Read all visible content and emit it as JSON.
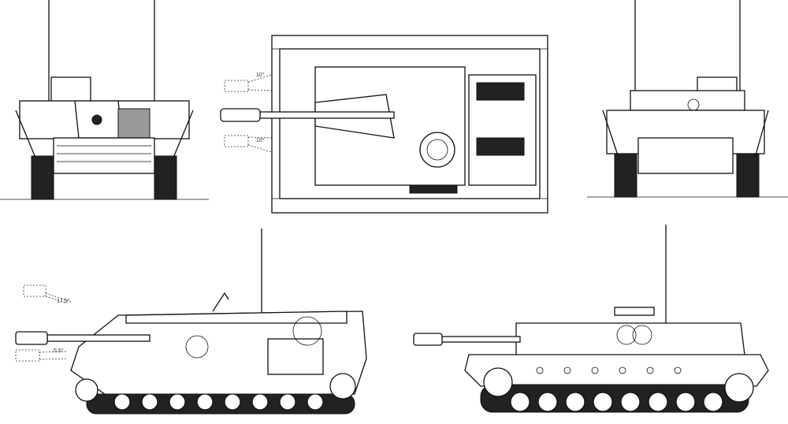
{
  "labels": {
    "top_elevation_left": "10°",
    "top_elevation_right": "10°",
    "side_elevation_up": "17.5°",
    "side_elevation_down": "5.5°"
  }
}
